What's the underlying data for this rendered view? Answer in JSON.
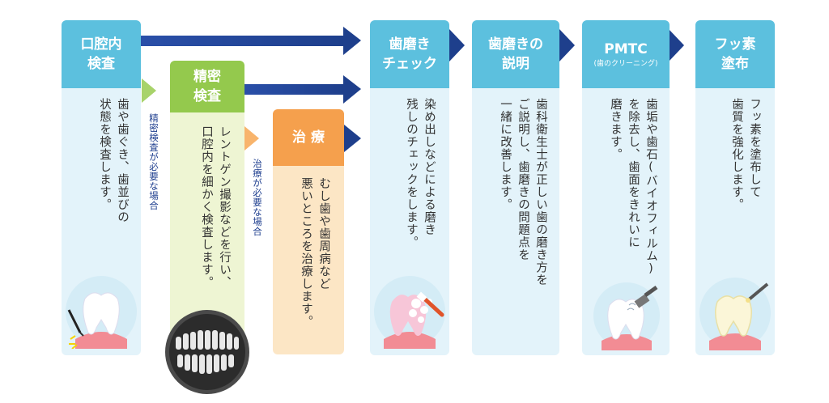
{
  "steps": [
    {
      "id": "kouku",
      "title_lines": [
        "口腔内",
        "検査"
      ],
      "desc": "歯や歯ぐき、歯並びの\n状態を検査します。"
    },
    {
      "id": "seimitsu",
      "title_lines": [
        "精密",
        "検査"
      ],
      "desc": "レントゲン撮影などを行い、\n口腔内を細かく検査します。"
    },
    {
      "id": "chiryou",
      "title": "治 療",
      "desc": "むし歯や歯周病など\n悪いところを治療します。"
    },
    {
      "id": "migaki_check",
      "title_lines": [
        "歯磨き",
        "チェック"
      ],
      "desc": "染め出しなどによる磨き\n残しのチェックをします。"
    },
    {
      "id": "migaki_setsumei",
      "title_lines": [
        "歯磨きの",
        "説明"
      ],
      "desc": "歯科衛生士が正しい歯の磨き方を\nご説明し、歯磨きの問題点を\n一緒に改善します。"
    },
    {
      "id": "pmtc",
      "title": "PMTC",
      "subtitle": "(歯のクリーニング)",
      "desc": "歯垢や歯石(バイオフィルム)\nを除去し、歯面をきれいに\n磨きます。"
    },
    {
      "id": "fusso",
      "title_lines": [
        "フッ素",
        "塗布"
      ],
      "desc": "フッ素を塗布して\n歯質を強化します。"
    }
  ],
  "conditions": {
    "seimitsu": "精密検査が必要な場合",
    "chiryou": "治療が必要な場合"
  },
  "colors": {
    "blue_head": "#5cc0de",
    "blue_body": "#e3f3fa",
    "green_head": "#94c94d",
    "green_body": "#eef5d3",
    "orange_head": "#f5a04d",
    "orange_body": "#fce6c5",
    "arrow_navy": "#1e3f8c"
  }
}
